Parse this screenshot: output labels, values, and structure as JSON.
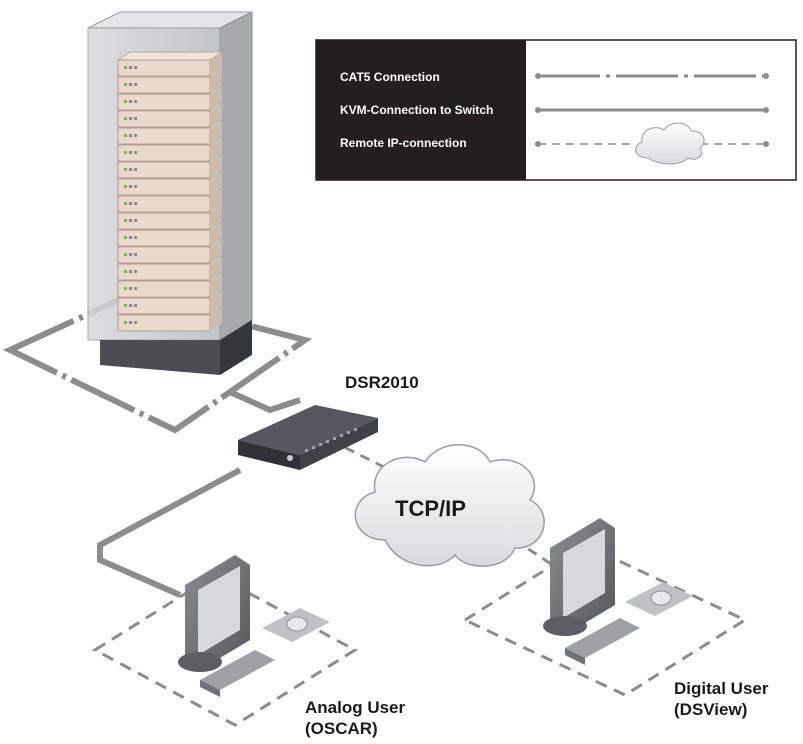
{
  "legend": {
    "items": [
      {
        "label": "CAT5 Connection",
        "line_style": "dash-dot"
      },
      {
        "label": "KVM-Connection to Switch",
        "line_style": "solid"
      },
      {
        "label": "Remote IP-connection",
        "line_style": "dashed-with-cloud"
      }
    ]
  },
  "nodes": {
    "switch_label": "DSR2010",
    "network_label": "TCP/IP",
    "analog_user": {
      "line1": "Analog User",
      "line2": "(OSCAR)"
    },
    "digital_user": {
      "line1": "Digital User",
      "line2": "(DSView)"
    }
  },
  "colors": {
    "legend_bg": "#231f20",
    "line_gray": "#8c8c8c",
    "rack_frame": "#c8cacc",
    "server_face": "#ead9cc",
    "switch_body": "#3c3f45",
    "monitor_body": "#6f7276"
  }
}
